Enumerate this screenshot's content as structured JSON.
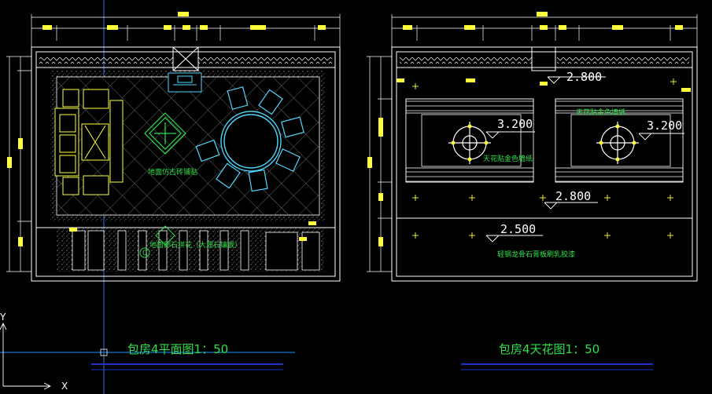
{
  "drawings": {
    "plan_title": "包房4平面图1：50",
    "ceiling_title": "包房4天花图1：50"
  },
  "plan_notes": {
    "floor_note": "地面仿古砖铺贴",
    "stone_note": "地面卵石拼花（大理石镶嵌）",
    "note_symbol": "C"
  },
  "ceiling_notes": {
    "gold_foil": "天花贴金色墙纸",
    "gold_foil_right": "天花贴金色墙纸",
    "gypsum_note": "轻钢龙骨石膏板刷乳胶漆"
  },
  "levels": {
    "lvl_a": "2.800",
    "lvl_b": "3.200",
    "lvl_c": "3.200",
    "lvl_d": "2.800",
    "lvl_e": "2.500"
  },
  "axes": {
    "x": "X",
    "y": "Y"
  },
  "colors": {
    "background": "#000000",
    "wall_line": "#ffffff",
    "dimension": "#ffff3c",
    "text": "#2fe04a",
    "furniture": "#4fd8ff",
    "crosshair": "#1e90ff",
    "rule": "#1f35c8"
  }
}
